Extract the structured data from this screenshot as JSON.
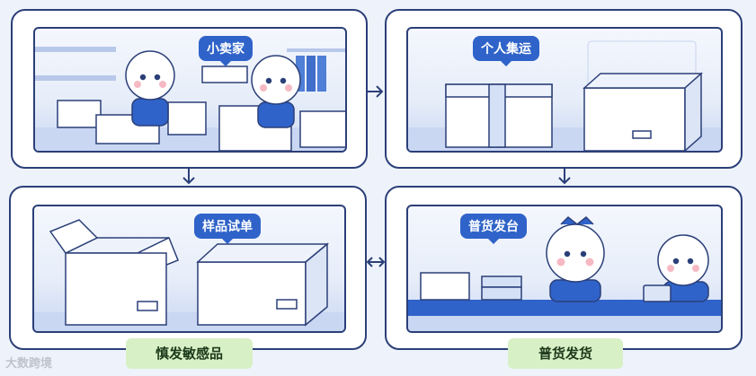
{
  "panels": {
    "top_left": {
      "label": "小卖家"
    },
    "top_right": {
      "label": "个人集运"
    },
    "bottom_left": {
      "label": "样品试单",
      "tag": "慎发敏感品"
    },
    "bottom_right": {
      "label": "普货发台",
      "tag": "普货发货"
    }
  },
  "watermark": "大数跨境",
  "colors": {
    "outline": "#2b3f78",
    "accent": "#2f63c9",
    "tag_bg": "#d8f0c6",
    "floor": "#c9d7f3"
  }
}
